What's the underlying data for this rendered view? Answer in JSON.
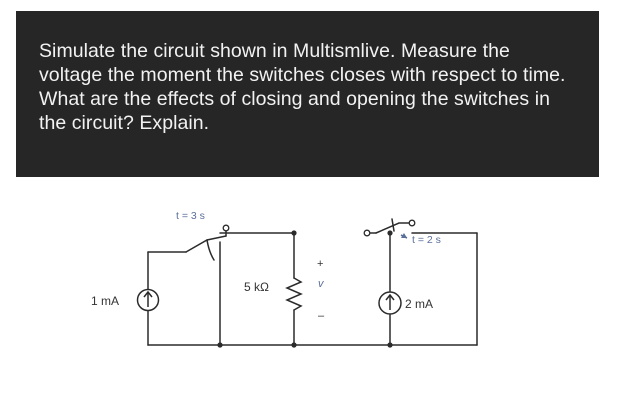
{
  "question": {
    "text": "Simulate the circuit shown in Multismlive. Measure the voltage the moment the switches closes with respect to time. What are the effects of closing and opening the switches in the circuit? Explain."
  },
  "circuit": {
    "switch_left_label": "t = 3 s",
    "switch_right_label": "t = 2 s",
    "current_source_left_label": "1 mA",
    "resistor_label": "5 kΩ",
    "voltage_plus": "+",
    "voltage_label": "v",
    "voltage_minus": "–",
    "current_source_right_label": "2 mA",
    "colors": {
      "wire": "#2b2b2b",
      "label_blue": "#5a6f9a",
      "card_bg": "#262626",
      "card_text": "#f2f2f2"
    }
  }
}
